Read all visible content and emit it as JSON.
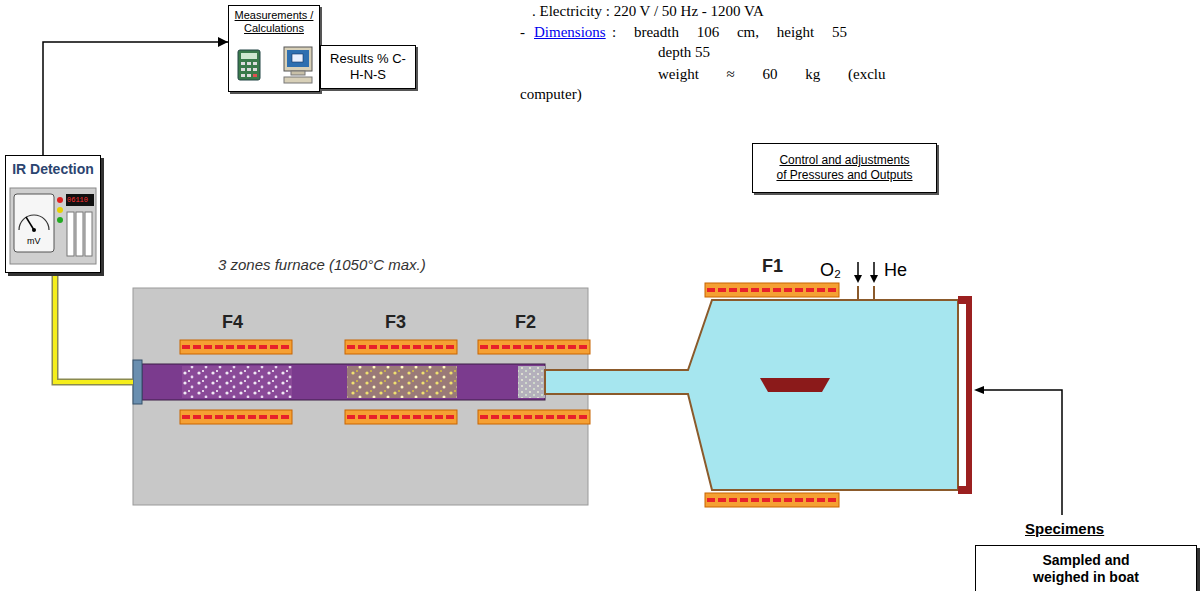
{
  "diagram": {
    "nodes": [
      {
        "text": [
          "Measurements / Calculations"
        ]
      },
      {
        "text": [
          "Results % C-H-N-S"
        ]
      },
      {
        "text": [
          "IR Detection",
          "mV",
          "06110"
        ]
      },
      {
        "text": [
          "Control and adjustments of Pressures and Outputs"
        ]
      },
      {
        "text": [
          "3 zones furnace (1050°C max.)",
          "F4",
          "F3",
          "F2"
        ]
      },
      {
        "text": [
          "Specimens",
          "Sampled and weighed in boat"
        ]
      }
    ],
    "edges": [
      {
        "from": 2,
        "to": 0,
        "arrow": "to"
      },
      {
        "from": 4,
        "to": 2,
        "arrow": "none"
      }
    ],
    "labels": [
      ". Electricity : 220 V / 50 Hz - 1200 VA",
      "-",
      "Dimensions",
      ": breadth 106 cm, height 55",
      "depth 55",
      "weight ≈ 60 kg (exclu",
      "computer)",
      "F1",
      "O₂",
      "He"
    ]
  }
}
